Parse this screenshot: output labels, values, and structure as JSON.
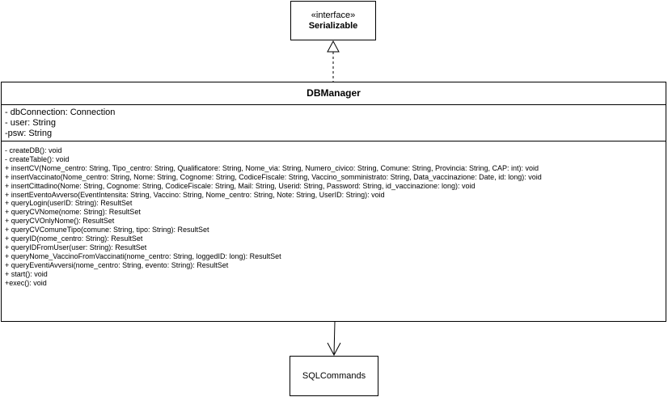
{
  "interface": {
    "stereotype": "«interface»",
    "name": "Serializable"
  },
  "class": {
    "name": "DBManager",
    "attributes": [
      "- dbConnection: Connection",
      "- user: String",
      "-psw: String"
    ],
    "operations": [
      "- createDB(): void",
      "- createTable(): void",
      "+ insertCV(Nome_centro: String, Tipo_centro: String, Qualificatore: String, Nome_via: String, Numero_civico: String, Comune: String, Provincia: String, CAP: int): void",
      "+ insertVaccinato(Nome_centro: String, Nome: String, Cognome: String, CodiceFiscale: String, Vaccino_somministrato: String, Data_vaccinazione: Date, id: long): void",
      "+ insertCittadino(Nome: String, Cognome: String, CodiceFiscale: String, Mail: String, Userid: String, Password: String, id_vaccinazione: long): void",
      "+ insertEventoAvverso(EventIntensita: String, Vaccino: String, Nome_centro: String, Note: String, UserID: String): void",
      "+ queryLogin(userID: String): ResultSet",
      "+ queryCVNome(nome: String): ResultSet",
      "+ queryCVOnlyNome(): ResultSet",
      "+ queryCVComuneTipo(comune: String, tipo: String): ResultSet",
      "+ queryID(nome_centro: String): ResultSet",
      "+ queryIDFromUser(user: String): ResultSet",
      "+ queryNome_VaccinoFromVaccinati(nome_centro: String, loggedID: long): ResultSet",
      "+ queryEventiAvversi(nome_centro: String, evento: String): ResultSet",
      "+ start(): void",
      "+exec(): void"
    ]
  },
  "dependency": {
    "name": "SQLCommands"
  },
  "relations": [
    {
      "type": "realization",
      "from": "DBManager",
      "to": "Serializable"
    },
    {
      "type": "association",
      "from": "DBManager",
      "to": "SQLCommands"
    }
  ]
}
